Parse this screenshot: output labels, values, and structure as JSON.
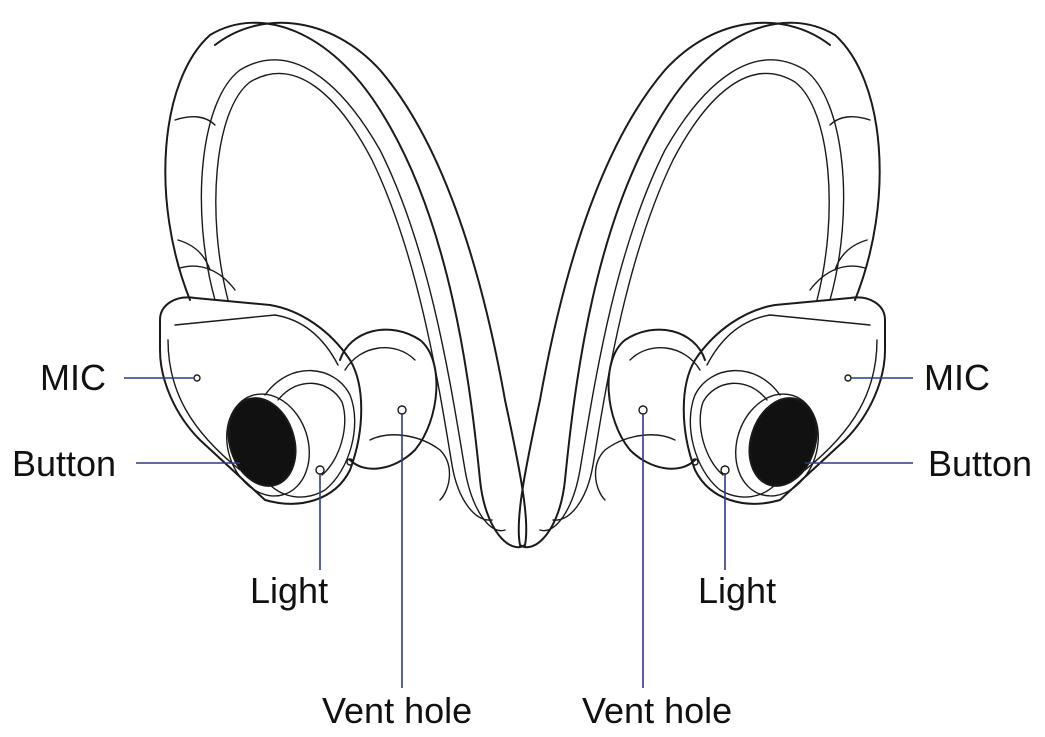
{
  "labels": {
    "mic_left": "MIC",
    "button_left": "Button",
    "light_left": "Light",
    "vent_left": "Vent hole",
    "mic_right": "MIC",
    "button_right": "Button",
    "light_right": "Light",
    "vent_right": "Vent hole"
  },
  "colors": {
    "line": "#1a1a1a",
    "leader": "#2e3a8c",
    "button_fill": "#111111"
  }
}
